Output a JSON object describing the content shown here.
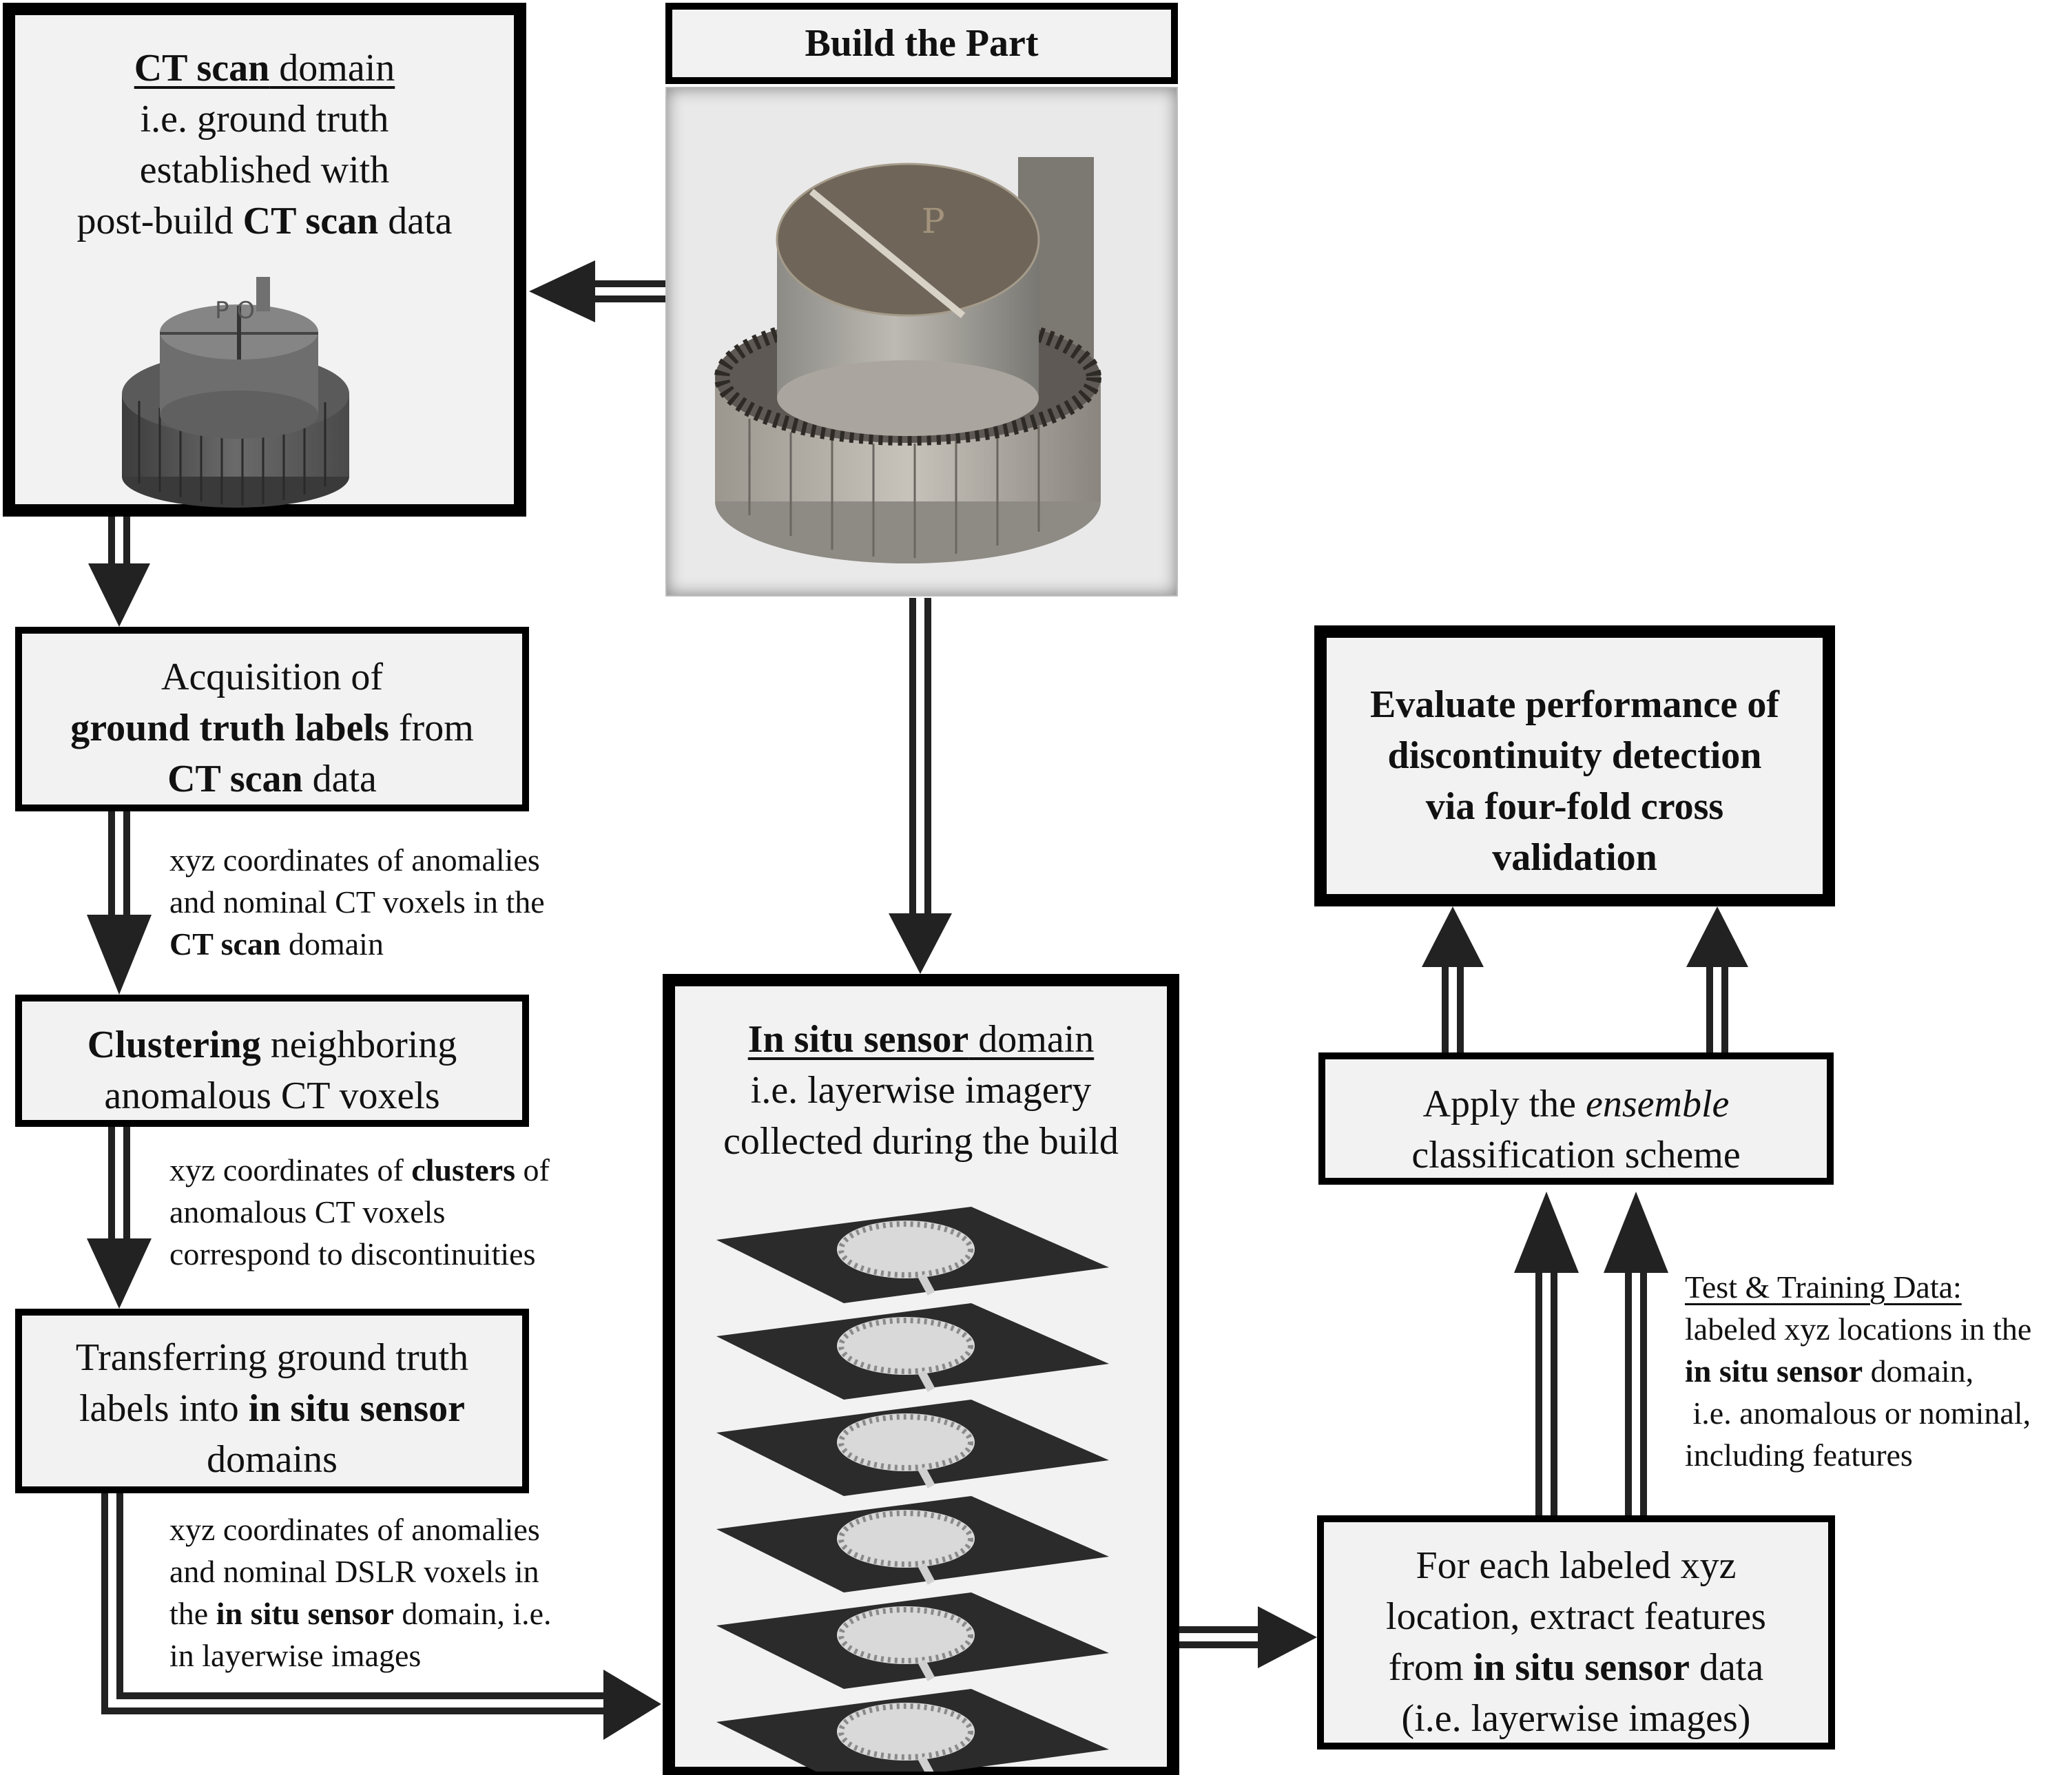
{
  "diagram": {
    "type": "flowchart",
    "nodes": {
      "ct_scan_domain": {
        "title_bold": "CT scan",
        "title_rest": " domain",
        "line2": "i.e. ground truth",
        "line3": "established with",
        "line4_pre": "post-build ",
        "line4_bold": "CT scan",
        "line4_post": " data",
        "image": "ct-scan-render-of-part"
      },
      "build_part": {
        "title": "Build the Part",
        "image": "photo-of-built-part"
      },
      "acquisition": {
        "line1": "Acquisition of",
        "line2_bold": "ground truth labels",
        "line2_post": " from",
        "line3_bold": "CT scan",
        "line3_post": " data"
      },
      "clustering": {
        "line1_bold": "Clustering",
        "line1_post": " neighboring",
        "line2": "anomalous CT voxels"
      },
      "transferring": {
        "line1": "Transferring ground truth",
        "line2_pre": "labels into ",
        "line2_bold": "in situ sensor",
        "line3": "domains"
      },
      "in_situ_domain": {
        "title_bold": "In situ sensor",
        "title_rest": " domain",
        "line2": "i.e. layerwise imagery",
        "line3": "collected during the build",
        "layer_count": 6,
        "image": "stacked-layerwise-images"
      },
      "extract_features": {
        "line1": "For each labeled xyz",
        "line2": "location, extract features",
        "line3_pre": "from ",
        "line3_bold": "in situ sensor",
        "line3_post": " data",
        "line4": "(i.e. layerwise images)"
      },
      "ensemble": {
        "line1_pre": "Apply the ",
        "line1_italic": "ensemble",
        "line2": "classification scheme"
      },
      "evaluate": {
        "line1": "Evaluate performance of",
        "line2": "discontinuity detection",
        "line3": "via four-fold cross",
        "line4": "validation"
      }
    },
    "edge_labels": {
      "acq_to_cluster": {
        "line1": "xyz coordinates of anomalies",
        "line2": "and nominal CT voxels in the",
        "line3_bold": "CT scan",
        "line3_post": " domain"
      },
      "cluster_to_transfer": {
        "line1_pre": "xyz coordinates of ",
        "line1_bold": "clusters",
        "line1_post": " of",
        "line2": "anomalous CT voxels",
        "line3": "correspond to discontinuities"
      },
      "transfer_to_insitu": {
        "line1": "xyz coordinates of anomalies",
        "line2": "and nominal DSLR voxels in",
        "line3_pre": "the ",
        "line3_bold": "in situ sensor",
        "line3_post": " domain, i.e.",
        "line4": "in layerwise images"
      },
      "extract_to_ensemble": {
        "title": "Test & Training Data:",
        "line2": "labeled xyz locations in the",
        "line3_bold": "in situ sensor",
        "line3_post": " domain,",
        "line4": " i.e. anomalous or nominal,",
        "line5": "including features"
      }
    },
    "edges": [
      {
        "from": "build_part",
        "to": "ct_scan_domain",
        "style": "double-arrow"
      },
      {
        "from": "build_part",
        "to": "in_situ_domain",
        "style": "double-arrow"
      },
      {
        "from": "ct_scan_domain",
        "to": "acquisition",
        "style": "double-arrow"
      },
      {
        "from": "acquisition",
        "to": "clustering",
        "style": "double-arrow"
      },
      {
        "from": "clustering",
        "to": "transferring",
        "style": "double-arrow"
      },
      {
        "from": "transferring",
        "to": "in_situ_domain",
        "style": "double-arrow"
      },
      {
        "from": "in_situ_domain",
        "to": "extract_features",
        "style": "double-arrow"
      },
      {
        "from": "extract_features",
        "to": "ensemble",
        "style": "double-arrow",
        "count": 2
      },
      {
        "from": "ensemble",
        "to": "evaluate",
        "style": "double-arrow",
        "count": 2
      }
    ]
  }
}
